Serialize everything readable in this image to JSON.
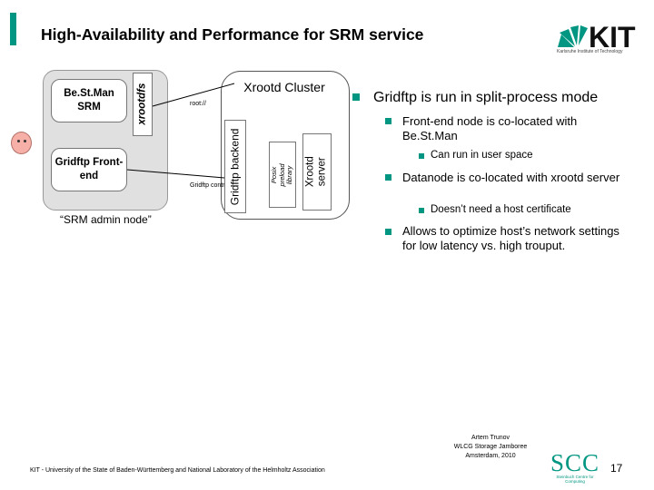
{
  "header": {
    "title": "High-Availability and Performance for SRM service",
    "logo_text": "KIT",
    "logo_subtitle": "Karlsruhe Institute of Technology"
  },
  "diagram": {
    "bestman_label": "Be.St.Man SRM",
    "xrootdfs_label": "xrootdfs",
    "gridftp_frontend_label": "Gridftp Front-end",
    "rootd_label": "root://",
    "gridftp_control_label": "Gridftp control",
    "cluster_label": "Xrootd Cluster",
    "gridftp_backend_label": "Gridftp backend",
    "posix_label": "Posix preload library",
    "xrootd_server_label": "Xrootd server",
    "admin_node_label": "“SRM admin node”"
  },
  "bullets": {
    "main": "Gridftp is run in split-process mode",
    "frontend": "Front-end node is co-located with Be.St.Man",
    "frontend_sub": "Can run in user space",
    "datanode": "Datanode is co-located with xrootd server",
    "datanode_sub": "Doesn’t need a host certificate",
    "optimize": "Allows to optimize host’s network settings for low latency vs. high trouput."
  },
  "footer": {
    "left": "KIT - University of the State of Baden-Württemberg and National Laboratory of the Helmholtz Association",
    "author": "Artem Trunov",
    "event": "WLCG Storage Jamboree",
    "place": "Amsterdam, 2010",
    "scc_logo": "SCC",
    "scc_sub": "Steinbuch Centre for Computing",
    "page": "17"
  },
  "colors": {
    "accent": "#009682",
    "node_fill": "#e0e0e0"
  },
  "icons": [
    "kit-logo",
    "face-icon",
    "scc-logo"
  ]
}
